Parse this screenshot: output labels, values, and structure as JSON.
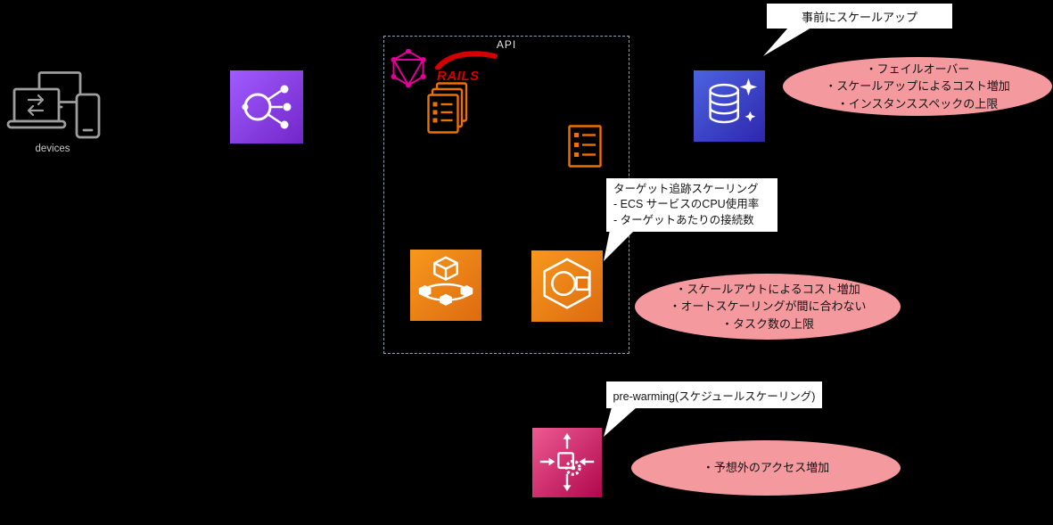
{
  "colors": {
    "background": "#000000",
    "elb_purple": "#8C4FFF",
    "container_orange": "#ED7100",
    "aurora_blue_start": "#2E27AD",
    "aurora_blue_end": "#527FFF",
    "autoscaling_pink_start": "#B0084D",
    "autoscaling_pink_end": "#ED5A92",
    "graphql_pink": "#E10098",
    "rails_red": "#D30001",
    "issue_bubble_pink": "#F49A9F",
    "callout_bg": "#FFFFFF"
  },
  "devices": {
    "label": "devices"
  },
  "api_box": {
    "label": "API",
    "rails_label": "RAILS"
  },
  "icons": {
    "devices": "devices-icon",
    "load_balancer": "load-balancer-icon",
    "graphql": "graphql-icon",
    "rails": "rails-icon",
    "task_documents": "task-definition-documents-icon",
    "task_list": "task-definition-icon",
    "fargate": "fargate-icon",
    "ecs": "ecs-icon",
    "aurora": "aurora-database-icon",
    "auto_scaling": "auto-scaling-icon"
  },
  "callouts": {
    "scale_up": "事前にスケールアップ",
    "target_tracking_lines": [
      "ターゲット追跡スケーリング",
      "- ECS サービスのCPU使用率",
      "- ターゲットあたりの接続数"
    ],
    "pre_warming": "pre-warming(スケジュールスケーリング)"
  },
  "issues": {
    "database": [
      "・フェイルオーバー",
      "・スケールアップによるコスト増加",
      "・インスタンススペックの上限"
    ],
    "ecs": [
      "・スケールアウトによるコスト増加",
      "・オートスケーリングが間に合わない",
      "・タスク数の上限"
    ],
    "access": [
      "・予想外のアクセス増加"
    ]
  }
}
